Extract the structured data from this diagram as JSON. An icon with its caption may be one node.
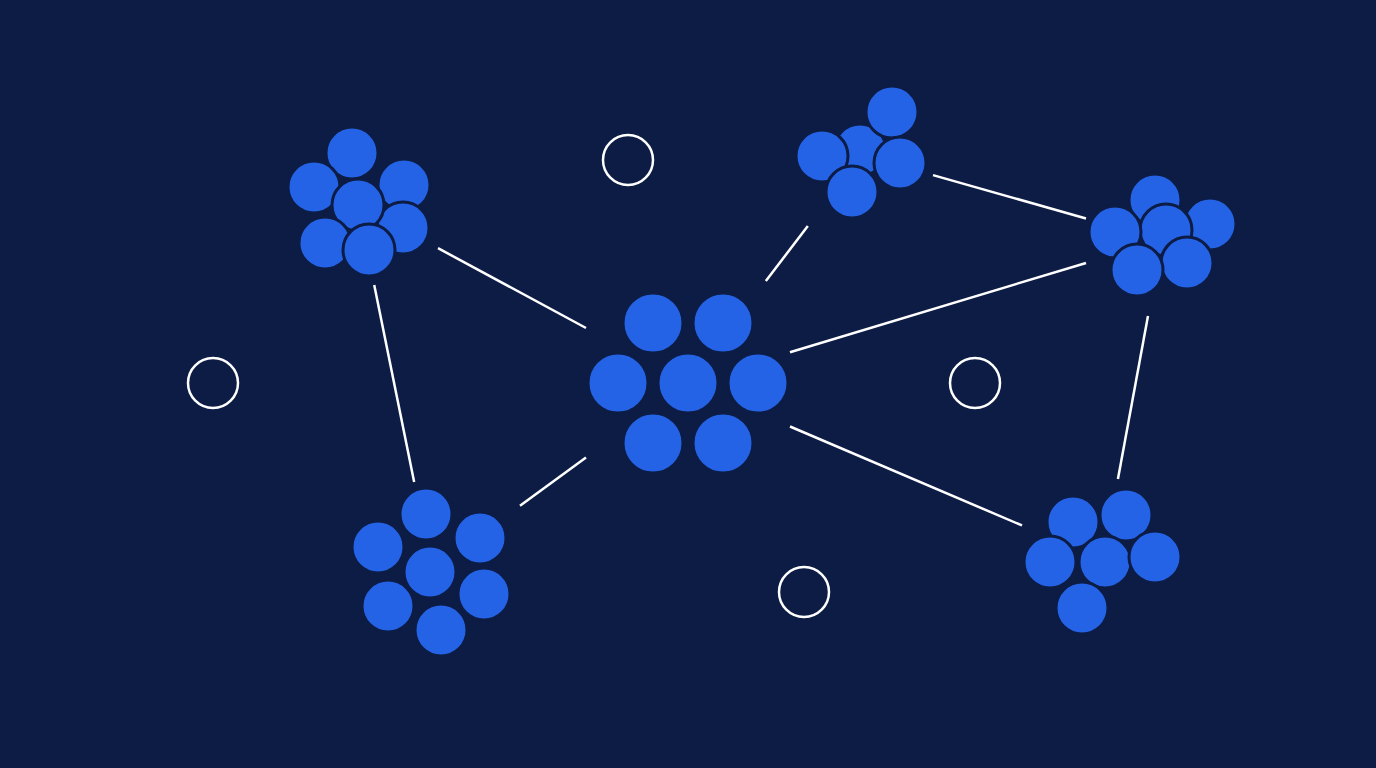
{
  "diagram": {
    "nodes": [
      {
        "text": [],
        "shape": "cluster"
      },
      {
        "text": [],
        "shape": "circle"
      },
      {
        "text": [],
        "shape": "cluster"
      },
      {
        "text": [],
        "shape": "cluster"
      },
      {
        "text": [],
        "shape": "circle"
      },
      {
        "text": [],
        "shape": "cluster"
      },
      {
        "text": [],
        "shape": "circle"
      },
      {
        "text": [],
        "shape": "cluster"
      },
      {
        "text": [],
        "shape": "circle"
      },
      {
        "text": [],
        "shape": "cluster"
      }
    ],
    "edges": [
      {
        "from": 0,
        "to": 5,
        "arrow": "none"
      },
      {
        "from": 0,
        "to": 7,
        "arrow": "none"
      },
      {
        "from": 2,
        "to": 5,
        "arrow": "none"
      },
      {
        "from": 2,
        "to": 3,
        "arrow": "none"
      },
      {
        "from": 5,
        "to": 3,
        "arrow": "none"
      },
      {
        "from": 7,
        "to": 5,
        "arrow": "none"
      },
      {
        "from": 5,
        "to": 9,
        "arrow": "none"
      },
      {
        "from": 3,
        "to": 9,
        "arrow": "none"
      }
    ]
  }
}
